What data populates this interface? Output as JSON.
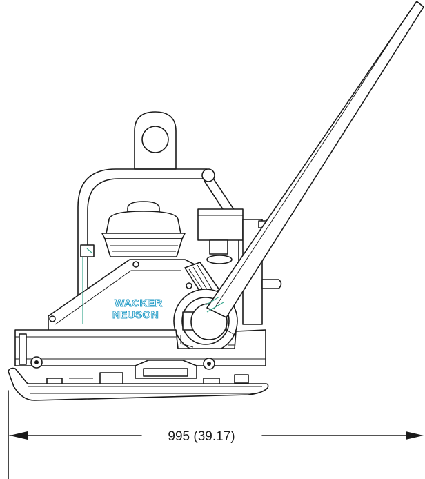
{
  "brand": {
    "line1": "WACKER",
    "line2": "NEUSON",
    "color": "#2a9fc8"
  },
  "dimension": {
    "label": "995 (39.17)"
  }
}
